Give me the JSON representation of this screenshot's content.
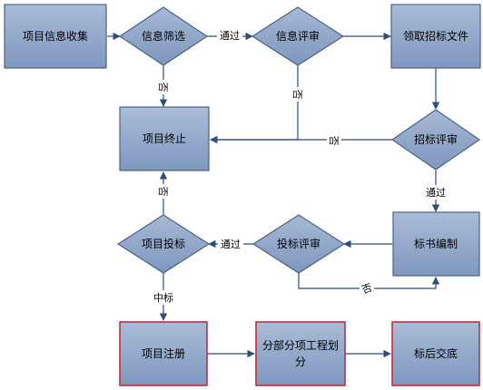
{
  "nodes": {
    "collect": "项目信息收集",
    "screen": "信息筛选",
    "review": "信息评审",
    "obtain_docs": "领取招标文件",
    "terminate": "项目终止",
    "tender_review": "招标评审",
    "bid_prep": "标书编制",
    "bid_review": "投标评审",
    "project_bid": "项目投标",
    "register": "项目注册",
    "divide": "分部分项工程划分",
    "post_bid": "标后交底"
  },
  "edges": {
    "pass_1": "通过",
    "pass_2": "通过",
    "pass_3": "通过",
    "no_1": "否",
    "no_2": "否",
    "no_3": "否",
    "no_4": "否",
    "no_5": "否",
    "win": "中标"
  },
  "colors": {
    "box_fill": "#8ea5c7",
    "box_stroke": "#4a6289",
    "red_stroke": "#c0303a",
    "arrow": "#2e4d7a"
  }
}
